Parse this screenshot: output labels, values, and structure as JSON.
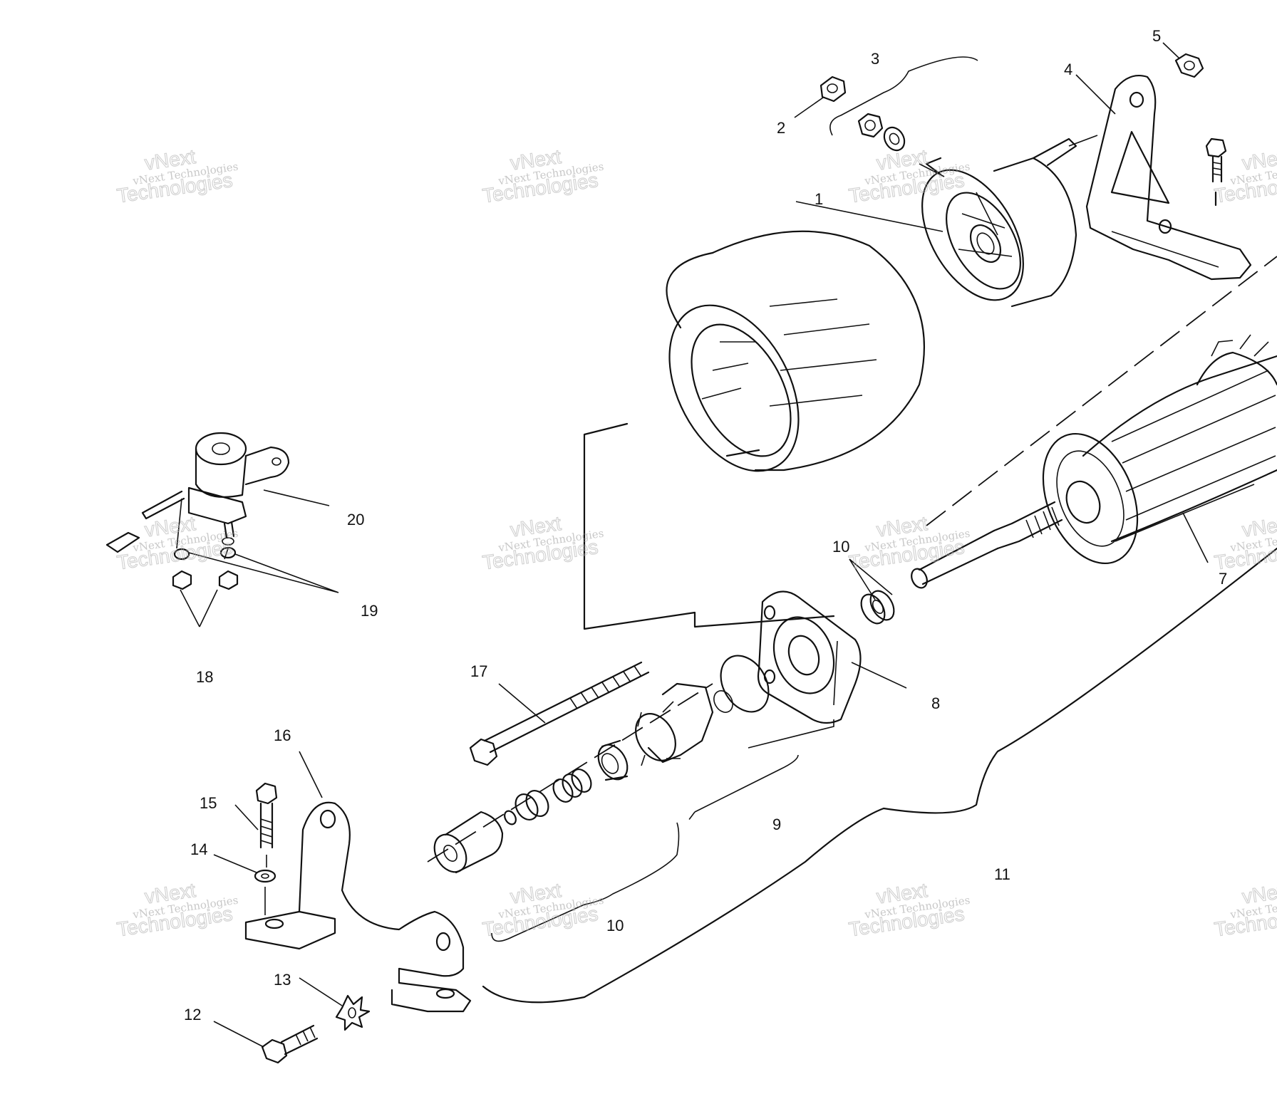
{
  "callouts": {
    "c1": "1",
    "c2": "2",
    "c3": "3",
    "c4": "4",
    "c5": "5",
    "c7": "7",
    "c8": "8",
    "c9": "9",
    "c10a": "10",
    "c10b": "10",
    "c11": "11",
    "c12": "12",
    "c13": "13",
    "c14": "14",
    "c15": "15",
    "c16": "16",
    "c17": "17",
    "c18": "18",
    "c19": "19",
    "c20": "20"
  },
  "watermark": {
    "brand": "vNext Technologies",
    "line1": "vNext",
    "line2": "Technologies"
  }
}
